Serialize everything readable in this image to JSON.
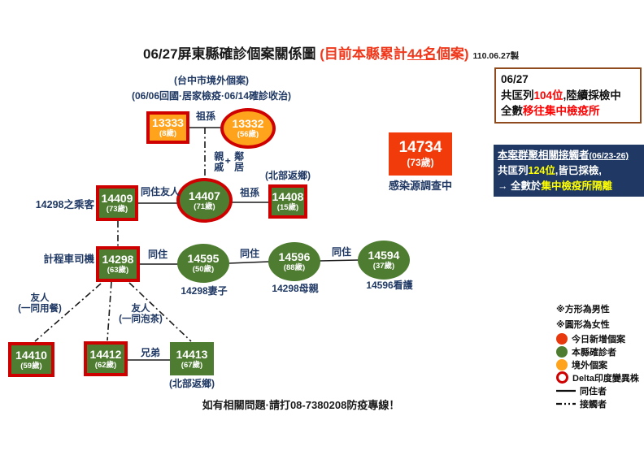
{
  "title": {
    "main": "06/27屏東縣確診個案關係圖 ",
    "sub_pre": "(目前本縣累計",
    "sub_underline": "44名",
    "sub_post": "個案)",
    "stamp": "110.06.27製"
  },
  "notes": {
    "line1": "(台中市境外個案)",
    "line2": "(06/06回國·居家檢疫·06/14確診收治)"
  },
  "info_top": {
    "date": "06/27",
    "l2_pre": "共匡列",
    "l2_red": "104位",
    "l2_post": ",陸續採檢中",
    "l3_pre": "全數",
    "l3_red": "移往集中檢疫所"
  },
  "info_navy": {
    "l1": "本案群聚相關接觸者",
    "l1_small": "(06/23-26)",
    "l2_pre": "共匡列",
    "l2_yellow": "124位",
    "l2_post": ",皆已採檢,",
    "l3_pre": "→ 全數於",
    "l3_yellow": "集中檢疫所隔離"
  },
  "nodes": {
    "n13333": {
      "id": "13333",
      "age": "(8歲)"
    },
    "n13332": {
      "id": "13332",
      "age": "(56歲)"
    },
    "n14407": {
      "id": "14407",
      "age": "(71歲)"
    },
    "n14409": {
      "id": "14409",
      "age": "(73歲)"
    },
    "n14408": {
      "id": "14408",
      "age": "(15歲)"
    },
    "n14298": {
      "id": "14298",
      "age": "(63歲)"
    },
    "n14595": {
      "id": "14595",
      "age": "(50歲)"
    },
    "n14596": {
      "id": "14596",
      "age": "(88歲)"
    },
    "n14594": {
      "id": "14594",
      "age": "(37歲)"
    },
    "n14734": {
      "id": "14734",
      "age": "(73歲)"
    },
    "n14410": {
      "id": "14410",
      "age": "(59歲)"
    },
    "n14412": {
      "id": "14412",
      "age": "(62歲)"
    },
    "n14413": {
      "id": "14413",
      "age": "(67歲)"
    }
  },
  "labels": {
    "passenger": "14298之乘客",
    "taxi_driver": "計程車司機",
    "wife": "14298妻子",
    "mother": "14298母親",
    "caregiver": "14596看護",
    "north_14408": "(北部返鄉)",
    "north_14413": "(北部返鄉)",
    "source_unknown": "感染源調查中"
  },
  "edges": {
    "grandparent1": "祖孫",
    "relative": "親戚",
    "plus": "+",
    "neighbor": "鄰居",
    "cohabit_friend": "同住友人",
    "grandparent2": "祖孫",
    "cohabit1": "同住",
    "cohabit2": "同住",
    "cohabit3": "同住",
    "brothers": "兄弟",
    "friend_meal_1": "友人",
    "friend_meal_2": "(一同用餐)",
    "friend_tea_1": "友人",
    "friend_tea_2": "(一同泡茶)"
  },
  "legend": {
    "note1": "※方形為男性",
    "note2": "※圓形為女性",
    "items": [
      {
        "swatch": "circle-red",
        "label": "今日新增個案"
      },
      {
        "swatch": "circle-green",
        "label": "本縣確診者"
      },
      {
        "swatch": "circle-orange",
        "label": "境外個案"
      },
      {
        "swatch": "ring-red",
        "label": "Delta印度變異株"
      },
      {
        "swatch": "line-solid",
        "label": "同住者"
      },
      {
        "swatch": "line-dashdot",
        "label": "接觸者"
      }
    ]
  },
  "footer": "如有相關問題·請打08-7380208防疫專線！",
  "colors": {
    "new_case_red": "#F23B0B",
    "confirmed_green": "#4E7D31",
    "imported_orange": "#FFA21C",
    "delta_border_red": "#CE0000",
    "navy": "#1F3864",
    "highlight_yellow": "#FFFF00",
    "alert_red": "#FF0000",
    "title_red": "#F0391C"
  }
}
